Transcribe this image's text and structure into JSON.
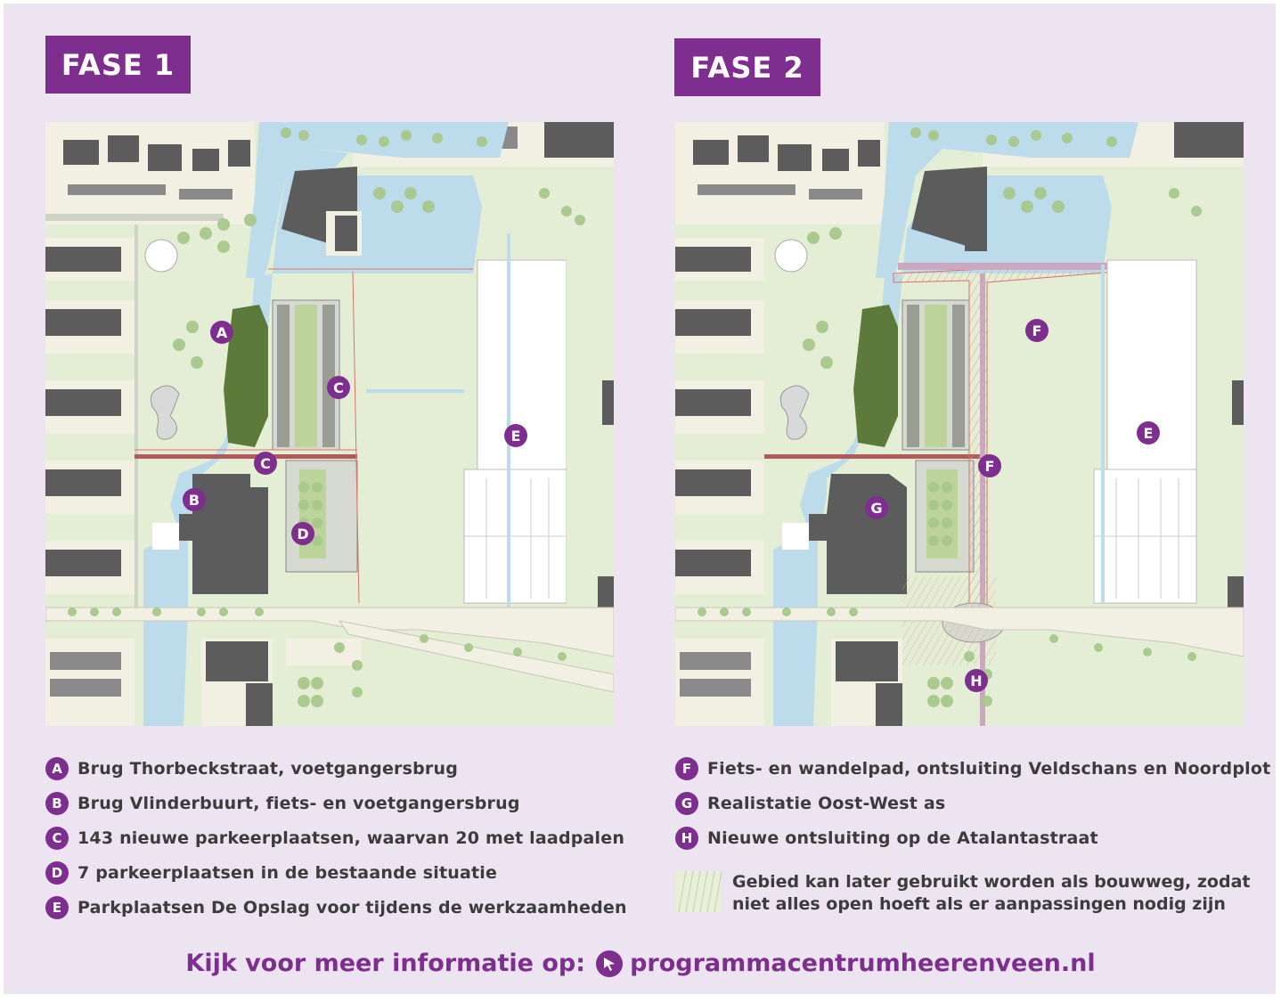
{
  "phase1": {
    "title": "FASE 1",
    "markers": [
      {
        "letter": "A"
      },
      {
        "letter": "B"
      },
      {
        "letter": "C"
      },
      {
        "letter": "C"
      },
      {
        "letter": "D"
      },
      {
        "letter": "E"
      }
    ],
    "legend": [
      {
        "letter": "A",
        "text": "Brug Thorbeckstraat, voetgangersbrug"
      },
      {
        "letter": "B",
        "text": "Brug Vlinderbuurt, fiets- en voetgangersbrug"
      },
      {
        "letter": "C",
        "text": "143 nieuwe parkeerplaatsen, waarvan 20 met laadpalen"
      },
      {
        "letter": "D",
        "text": "7 parkeerplaatsen in de bestaande situatie"
      },
      {
        "letter": "E",
        "text": "Parkplaatsen De Opslag voor tijdens de werkzaamheden"
      }
    ]
  },
  "phase2": {
    "title": "FASE 2",
    "markers": [
      {
        "letter": "F"
      },
      {
        "letter": "E"
      },
      {
        "letter": "F"
      },
      {
        "letter": "G"
      },
      {
        "letter": "H"
      }
    ],
    "legend": [
      {
        "letter": "F",
        "text": "Fiets- en wandelpad, ontsluiting Veldschans en Noordplot"
      },
      {
        "letter": "G",
        "text": "Realistatie Oost-West as"
      },
      {
        "letter": "H",
        "text": "Nieuwe ontsluiting op de Atalantastraat"
      }
    ],
    "hatch_note": "Gebied kan later gebruikt worden als bouwweg, zodat niet alles open hoeft als er aanpassingen nodig zijn"
  },
  "footer": {
    "prefix": "Kijk voor meer informatie op:",
    "url": "programmacentrumheerenveen.nl",
    "icon": "cursor-click-icon"
  },
  "colors": {
    "accent": "#7d2e8e",
    "background": "#ede4f2",
    "grass": "#e4eed4",
    "water": "#bcdcec",
    "building": "#5c5c5c",
    "tree": "#a8c98c",
    "woods": "#5c7a3a"
  }
}
